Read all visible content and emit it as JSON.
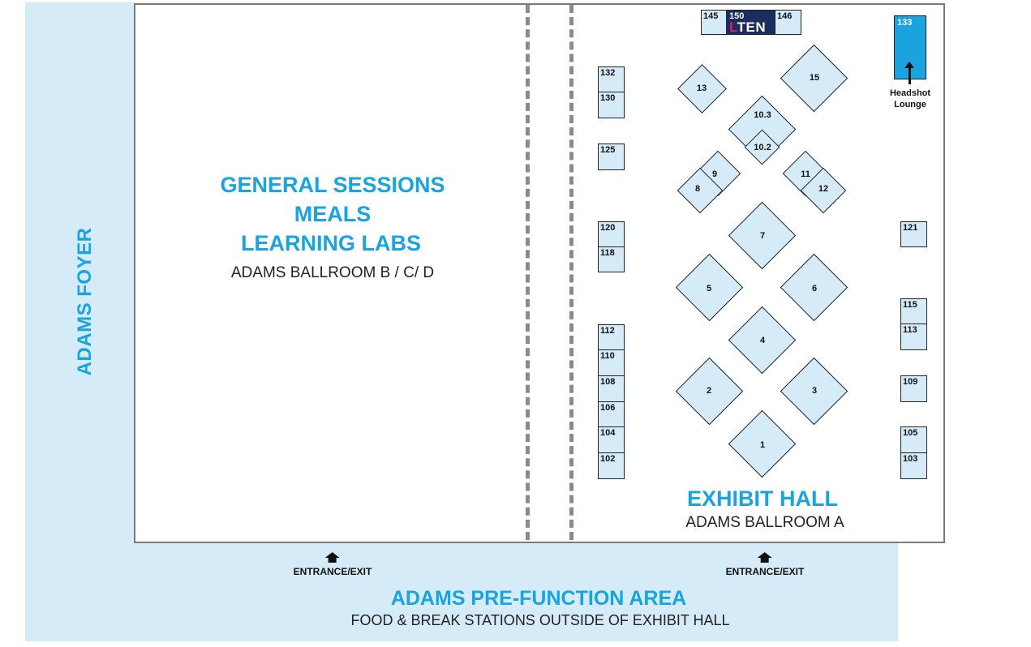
{
  "colors": {
    "accent_blue": "#19a3df",
    "booth_fill": "#d6ebf8",
    "lten_navy": "#1b2d5c"
  },
  "foyer": {
    "label": "ADAMS FOYER"
  },
  "general": {
    "line1": "GENERAL SESSIONS",
    "line2": "MEALS",
    "line3": "LEARNING LABS",
    "room": "ADAMS BALLROOM B / C/ D"
  },
  "exhibit": {
    "title": "EXHIBIT HALL",
    "room": "ADAMS BALLROOM A"
  },
  "prefunction": {
    "title": "ADAMS PRE-FUNCTION AREA",
    "subtitle": "FOOD & BREAK STATIONS OUTSIDE OF EXHIBIT HALL"
  },
  "entrances": [
    "ENTRANCE/EXIT",
    "ENTRANCE/EXIT"
  ],
  "lten_booth": {
    "number": "150",
    "logo": "LTEN",
    "neighbors": [
      "145",
      "146"
    ]
  },
  "headshot": {
    "number": "133",
    "line1": "Headshot",
    "line2": "Lounge"
  },
  "left_booths": [
    "132",
    "130",
    "125",
    "120",
    "118",
    "112",
    "110",
    "108",
    "106",
    "104",
    "102"
  ],
  "right_booths": [
    "121",
    "115",
    "113",
    "109",
    "105",
    "103"
  ],
  "diamond_booths": [
    "13",
    "15",
    "10.3",
    "10.2",
    "9",
    "8",
    "11",
    "12",
    "7",
    "5",
    "6",
    "4",
    "2",
    "3",
    "1"
  ]
}
